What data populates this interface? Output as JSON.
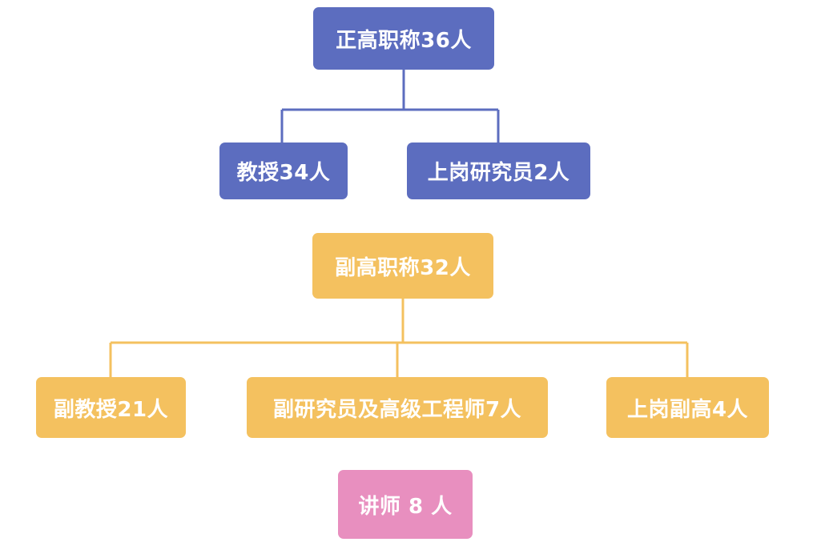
{
  "colors": {
    "senior": "#5c6dbf",
    "associate": "#f4c15f",
    "lecturer": "#e88fbf"
  },
  "senior": {
    "root": "正高职称36人",
    "children": [
      "教授34人",
      "上岗研究员2人"
    ]
  },
  "associate": {
    "root": "副高职称32人",
    "children": [
      "副教授21人",
      "副研究员及高级工程师7人",
      "上岗副高4人"
    ]
  },
  "lecturer": {
    "label": "讲师 8 人"
  }
}
